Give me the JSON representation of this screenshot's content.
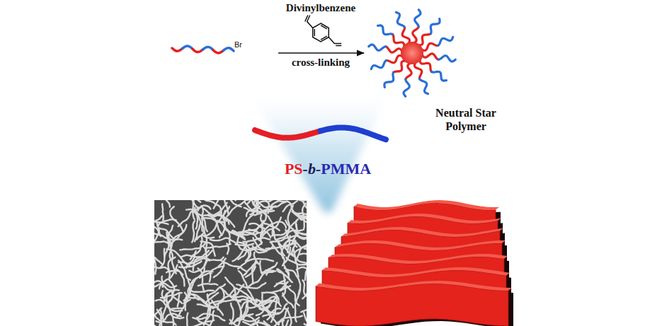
{
  "diagram": {
    "labels": [
      "Br",
      "Divinylbenzene",
      "cross-linking",
      "Neutral Star Polymer",
      "PS",
      "-b-",
      "PMMA"
    ]
  }
}
